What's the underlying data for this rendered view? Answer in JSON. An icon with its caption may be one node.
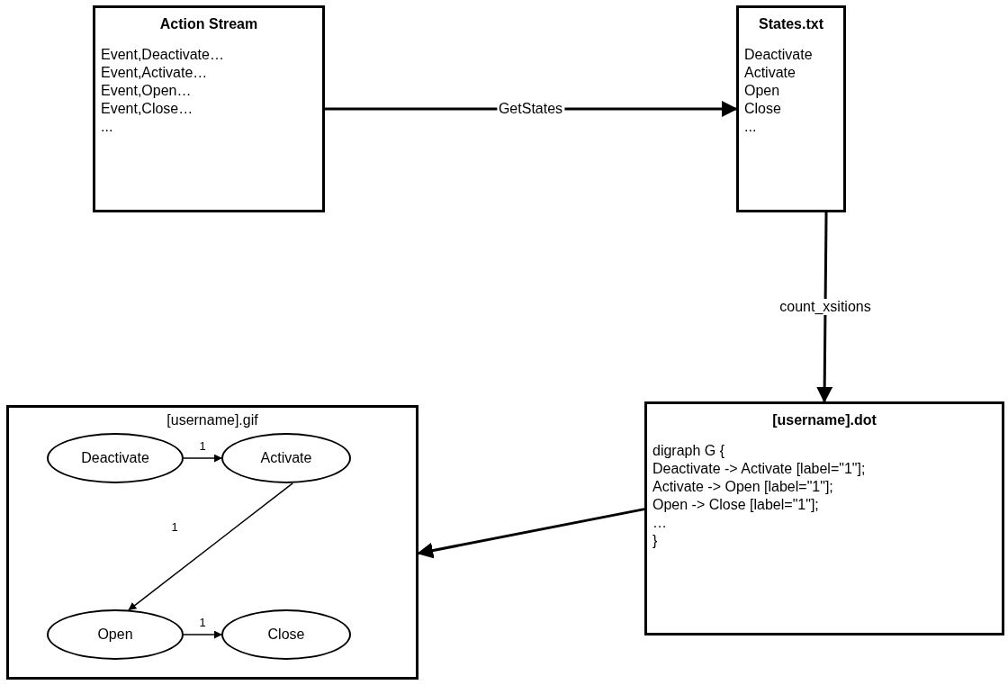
{
  "diagram": {
    "nodes": [
      {
        "text": [
          "Action Stream",
          "Event,Deactivate…",
          "Event,Activate…",
          "Event,Open…",
          "Event,Close…",
          "..."
        ]
      },
      {
        "text": [
          "States.txt",
          "Deactivate",
          "Activate",
          "Open",
          "Close",
          "..."
        ]
      },
      {
        "text": [
          "[username].dot",
          "digraph G {",
          "Deactivate -> Activate [label=\"1\"];",
          "Activate -> Open [label=\"1\"];",
          "Open -> Close  [label=\"1\"];",
          "…",
          "}"
        ]
      },
      {
        "text": [
          "[username].gif"
        ]
      },
      {
        "text": [
          "Deactivate"
        ],
        "in": 3
      },
      {
        "text": [
          "Activate"
        ],
        "in": 3
      },
      {
        "text": [
          "Open"
        ],
        "in": 3
      },
      {
        "text": [
          "Close"
        ],
        "in": 3
      }
    ],
    "edges": [
      {
        "from": 0,
        "to": 1,
        "arrow": "to",
        "label": "GetStates"
      },
      {
        "from": 1,
        "to": 2,
        "arrow": "to",
        "label": "count_xsitions"
      },
      {
        "from": 2,
        "to": 3,
        "arrow": "to"
      },
      {
        "from": 4,
        "to": 5,
        "arrow": "to",
        "label": "1"
      },
      {
        "from": 5,
        "to": 6,
        "arrow": "to",
        "label": "1"
      },
      {
        "from": 6,
        "to": 7,
        "arrow": "to",
        "label": "1"
      }
    ]
  }
}
